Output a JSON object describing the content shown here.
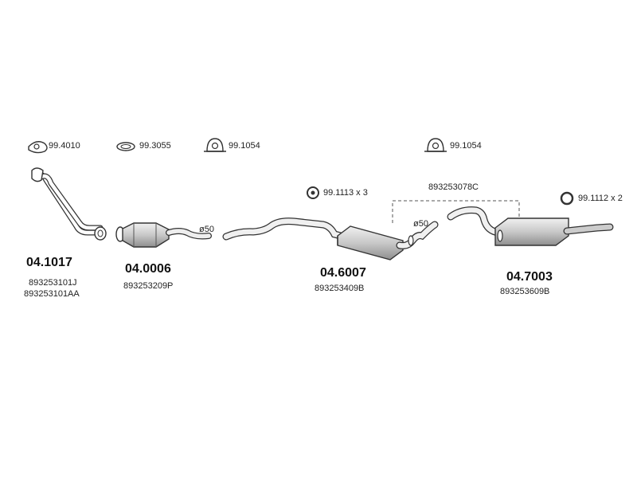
{
  "accessories": {
    "gasket": "99.4010",
    "ring_gasket": "99.3055",
    "clamp_1": "99.1054",
    "clamp_2": "99.1054",
    "hanger": "99.1113 x 3",
    "ring": "99.1112 x 2"
  },
  "diameters": {
    "d1": "ø50",
    "d2": "ø50"
  },
  "connector_ref": "893253078C",
  "parts": [
    {
      "number": "04.1017",
      "oem": [
        "893253101J",
        "893253101AA"
      ]
    },
    {
      "number": "04.0006",
      "oem": [
        "893253209P"
      ]
    },
    {
      "number": "04.6007",
      "oem": [
        "893253409B"
      ]
    },
    {
      "number": "04.7003",
      "oem": [
        "893253609B"
      ]
    }
  ],
  "colors": {
    "line": "#333333",
    "fill": "#dcdcdc",
    "shade": "#a9a9a9"
  }
}
